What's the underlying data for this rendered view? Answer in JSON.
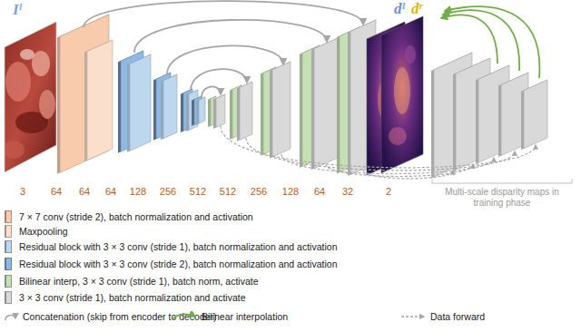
{
  "diagram": {
    "labels": [
      "Iˡ",
      "3",
      "64",
      "64",
      "64",
      "128",
      "256",
      "512",
      "512",
      "256",
      "128",
      "64",
      "32",
      "2",
      "dˡ",
      "dʳ",
      "Multi-scale disparity maps in training phase"
    ],
    "legend": [
      {
        "text": "7 × 7 conv (stride 2), batch normalization and activation",
        "color": "#f8cbad"
      },
      {
        "text": "Maxpooling",
        "color": "#f9dfcc"
      },
      {
        "text": "Residual block with 3 × 3 conv (stride 1), batch normalization and activation",
        "color": "#bdd7ee"
      },
      {
        "text": "Residual block with 3 × 3 conv (stride 2), batch normalization and activation",
        "color": "#8fb8e3"
      },
      {
        "text": "Bilinear interp, 3 × 3 conv (stride 1), batch norm, activate",
        "color": "#c5e0b4"
      },
      {
        "text": "3 × 3 conv (stride 1), batch normalization and activate",
        "color": "#d9d9d9"
      },
      {
        "text": "Concatenation (skip from encoder to decoder)"
      },
      {
        "text": "Bilinear interpolation"
      },
      {
        "text": "Data forward"
      }
    ]
  }
}
